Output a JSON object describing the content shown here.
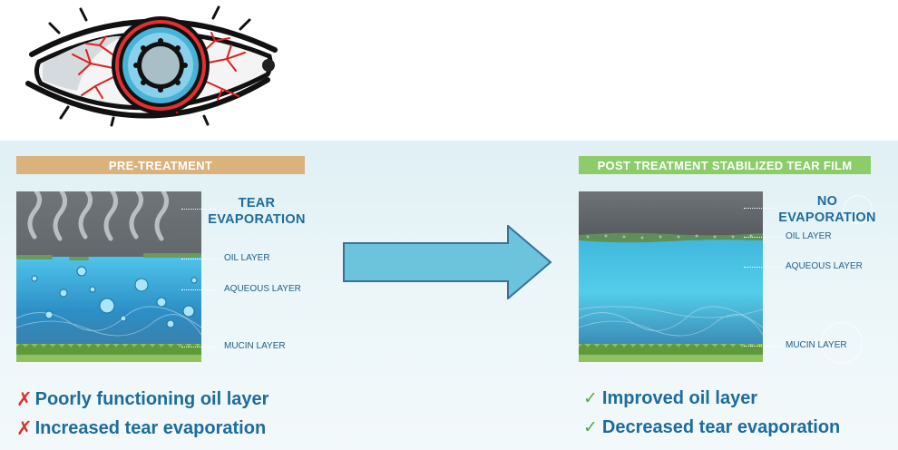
{
  "pre": {
    "header": "PRE-TREATMENT",
    "big_label_line1": "TEAR",
    "big_label_line2": "EVAPORATION",
    "layers": {
      "oil": "OIL LAYER",
      "aqueous": "AQUEOUS LAYER",
      "mucin": "MUCIN LAYER"
    },
    "bullets": [
      "Poorly functioning oil layer",
      "Increased tear evaporation"
    ],
    "bullet_mark": "✗"
  },
  "post": {
    "header": "POST TREATMENT STABILIZED TEAR FILM",
    "big_label_line1": "NO",
    "big_label_line2": "EVAPORATION",
    "layers": {
      "oil": "OIL LAYER",
      "aqueous": "AQUEOUS LAYER",
      "mucin": "MUCIN LAYER"
    },
    "bullets": [
      "Improved oil layer",
      "Decreased tear evaporation"
    ],
    "bullet_mark": "✓"
  },
  "colors": {
    "pre_header": "#d9b27e",
    "post_header": "#8ccc6a",
    "label_text": "#1f5f86",
    "bullet_text": "#1d6c9c",
    "x_mark": "#d6342a",
    "check_mark": "#5aa844",
    "arrow_fill": "#6cc4dc",
    "arrow_stroke": "#3a6f9a"
  },
  "icons": [
    "red-eye-icon",
    "right-arrow-icon",
    "x-mark-icon",
    "check-mark-icon"
  ]
}
